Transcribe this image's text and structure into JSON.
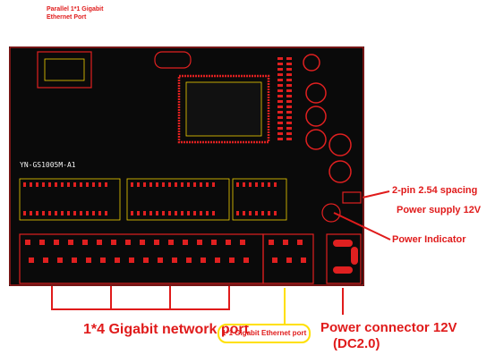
{
  "board": {
    "silkscreen_model": "YN-GS1005M-A1",
    "pcb_color": "#0a0a0a",
    "pad_color": "#e02020",
    "trace_color": "#f0d000"
  },
  "labels": {
    "parallel_port": "Parallel 1*1 Gigabit\nEthernet Port",
    "spacing": "2-pin 2.54 spacing",
    "power_supply": "Power supply 12V",
    "power_indicator": "Power Indicator",
    "network_ports": "1*4 Gigabit network port",
    "ethernet_port": "1*1 Gigabit Ethernet port",
    "power_connector": "Power connector 12V",
    "dc": "(DC2.0)"
  },
  "colors": {
    "callout": "#e01b1b",
    "highlight": "#ffe000"
  }
}
